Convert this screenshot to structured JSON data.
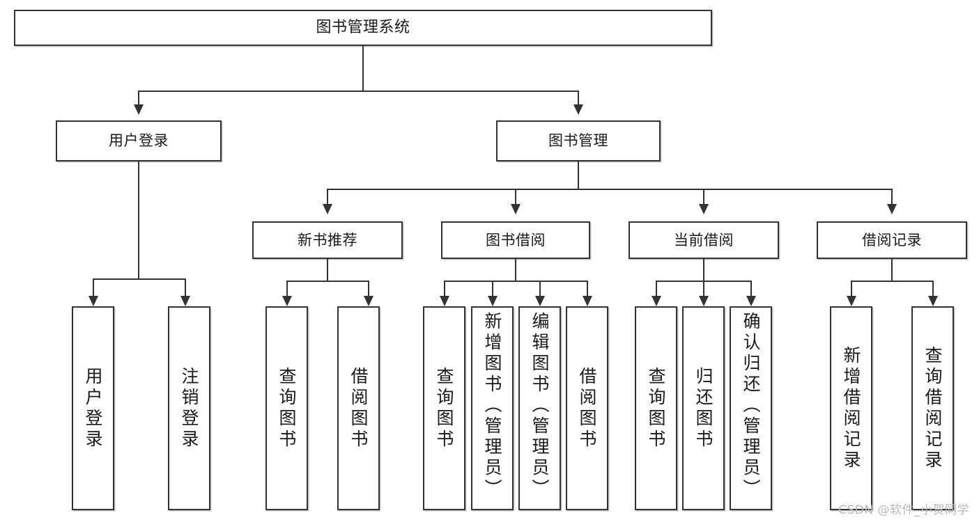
{
  "diagram": {
    "type": "tree-hierarchy",
    "root": {
      "id": "root",
      "label": "图书管理系统"
    },
    "level2": [
      {
        "id": "user-login",
        "label": "用户登录"
      },
      {
        "id": "book-manage",
        "label": "图书管理"
      }
    ],
    "level3": [
      {
        "id": "new-book-recommend",
        "label": "新书推荐"
      },
      {
        "id": "book-borrow",
        "label": "图书借阅"
      },
      {
        "id": "current-borrow",
        "label": "当前借阅"
      },
      {
        "id": "borrow-record",
        "label": "借阅记录"
      }
    ],
    "leaves": {
      "user_login": [
        {
          "id": "leaf-user-login",
          "label": "用户登录"
        },
        {
          "id": "leaf-logout-login",
          "label": "注销登录"
        }
      ],
      "new_book_recommend": [
        {
          "id": "leaf-query-book-1",
          "label": "查询图书"
        },
        {
          "id": "leaf-borrow-book-1",
          "label": "借阅图书"
        }
      ],
      "book_borrow": [
        {
          "id": "leaf-query-book-2",
          "label": "查询图书"
        },
        {
          "id": "leaf-add-book",
          "label": "新增图书（管理员）"
        },
        {
          "id": "leaf-edit-book",
          "label": "编辑图书（管理员）"
        },
        {
          "id": "leaf-borrow-book-2",
          "label": "借阅图书"
        }
      ],
      "current_borrow": [
        {
          "id": "leaf-query-book-3",
          "label": "查询图书"
        },
        {
          "id": "leaf-return-book",
          "label": "归还图书"
        },
        {
          "id": "leaf-confirm-return",
          "label": "确认归还（管理员）"
        }
      ],
      "borrow_record": [
        {
          "id": "leaf-add-record",
          "label": "新增借阅记录"
        },
        {
          "id": "leaf-query-record",
          "label": "查询借阅记录"
        }
      ]
    }
  },
  "watermark": {
    "text": "CSDN @软件_小贺同学"
  },
  "colors": {
    "stroke": "#333333",
    "fill": "#ffffff",
    "text": "#1a1a1a",
    "watermark": "#b9b9b9"
  }
}
